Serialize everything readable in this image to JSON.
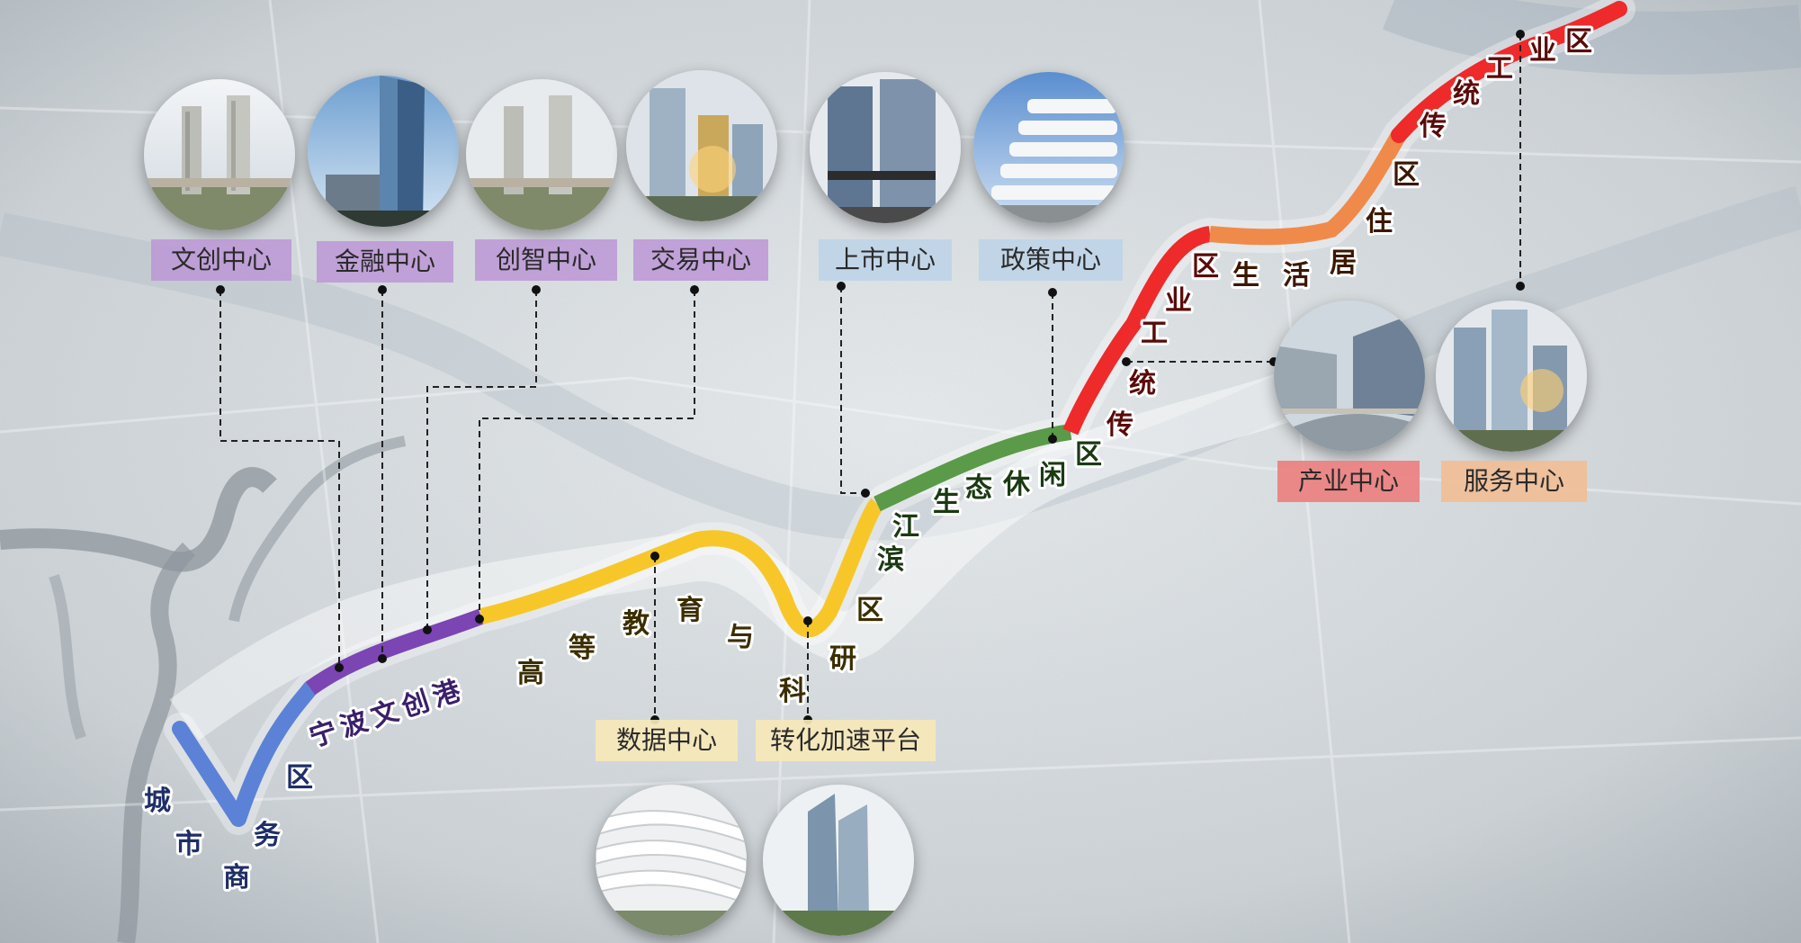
{
  "colors": {
    "blue": "#5b82d6",
    "purple": "#7b45b4",
    "yellow": "#f7c72a",
    "green": "#5a9a48",
    "red": "#ee2a2a",
    "orange": "#f08a4a",
    "river": "#a7b8c6"
  },
  "segments": {
    "cbd": [
      "城",
      "市",
      "商",
      "务",
      "区"
    ],
    "ningbo": "宁波文创港",
    "education": [
      "高",
      "等",
      "教",
      "育",
      "与",
      "科",
      "研",
      "区"
    ],
    "eco": [
      "江",
      "滨",
      "生",
      "态",
      "休",
      "闲",
      "区"
    ],
    "industry1": [
      "传",
      "统",
      "工",
      "业",
      "区"
    ],
    "living": [
      "生",
      "活",
      "居",
      "住",
      "区"
    ],
    "industry2": [
      "传",
      "统",
      "工",
      "业",
      "区"
    ]
  },
  "tags": {
    "wenchuang": "文创中心",
    "jinrong": "金融中心",
    "chuangzhi": "创智中心",
    "jiaoyi": "交易中心",
    "shangshi": "上市中心",
    "zhengce": "政策中心",
    "shuju": "数据中心",
    "zhuanhua": "转化加速平台",
    "chanye": "产业中心",
    "fuwu": "服务中心"
  }
}
